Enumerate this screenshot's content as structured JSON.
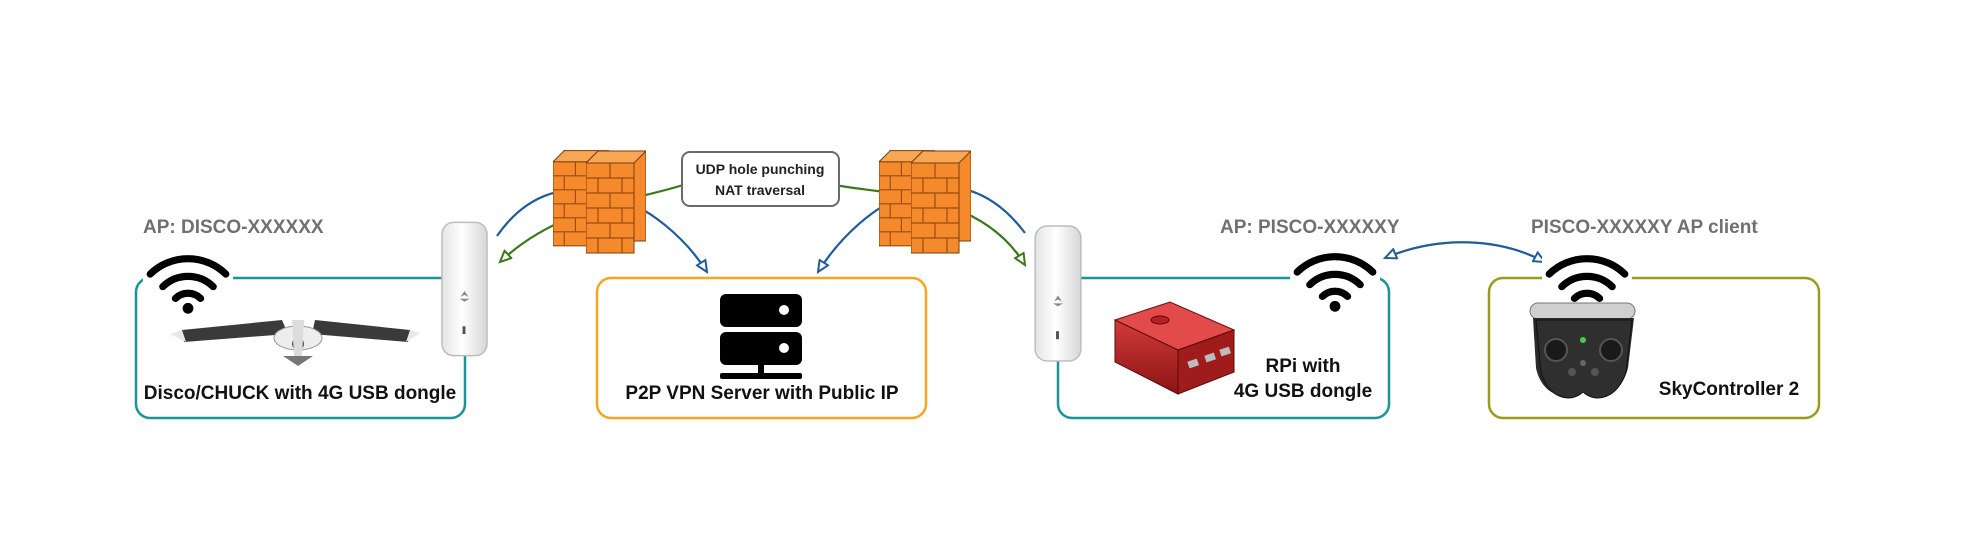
{
  "diagram": {
    "labels": {
      "ap_disco": "AP: DISCO-XXXXXX",
      "ap_pisco": "AP: PISCO-XXXXXY",
      "pisco_client": "PISCO-XXXXXY AP client",
      "disco_box": "Disco/CHUCK with 4G USB dongle",
      "vpn_box": "P2P VPN Server with Public IP",
      "rpi_line1": "RPi with",
      "rpi_line2": "4G USB dongle",
      "skycontroller": "SkyController 2",
      "udp_line1": "UDP hole punching",
      "udp_line2": "NAT traversal"
    },
    "colors": {
      "teal_box": "#1a9494",
      "orange_box": "#f5a623",
      "olive_box": "#9c9a1c",
      "blue_arrow": "#1f5c99",
      "green_arrow": "#3a7a1a",
      "firewall": "#f58a2c",
      "label_gray": "#707070"
    },
    "icons": [
      "wifi-icon",
      "firewall-icon",
      "usb-dongle-icon",
      "server-icon",
      "drone-image",
      "raspberry-pi-case-image",
      "skycontroller-image"
    ]
  }
}
